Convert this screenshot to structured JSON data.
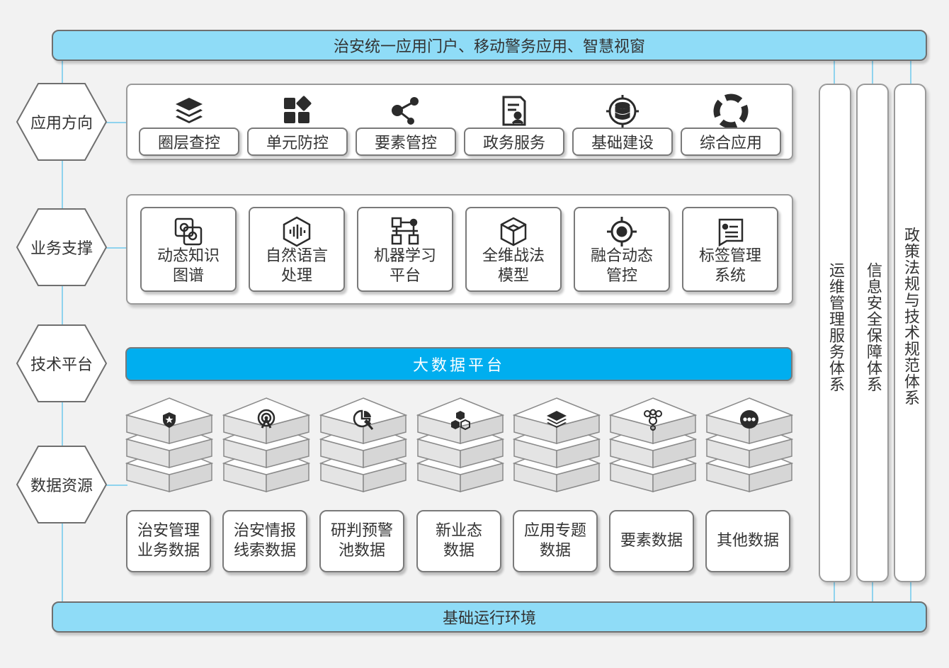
{
  "top_bar": "治安统一应用门户、移动警务应用、智慧视窗",
  "bottom_bar": "基础运行环境",
  "layers": {
    "app": "应用方向",
    "support": "业务支撑",
    "tech": "技术平台",
    "data": "数据资源"
  },
  "app_items": [
    {
      "label": "圈层查控",
      "icon": "layers-icon"
    },
    {
      "label": "单元防控",
      "icon": "grid-blocks-icon"
    },
    {
      "label": "要素管控",
      "icon": "nodes-icon"
    },
    {
      "label": "政务服务",
      "icon": "document-person-icon"
    },
    {
      "label": "基础建设",
      "icon": "database-target-icon"
    },
    {
      "label": "综合应用",
      "icon": "lifebuoy-icon"
    }
  ],
  "support_items": [
    {
      "label": "动态知识\n图谱",
      "icon": "knowledge-graph-icon"
    },
    {
      "label": "自然语言\n处理",
      "icon": "voice-wave-icon"
    },
    {
      "label": "机器学习\n平台",
      "icon": "workflow-icon"
    },
    {
      "label": "全维战法\n模型",
      "icon": "cube-icon"
    },
    {
      "label": "融合动态\n管控",
      "icon": "crosshair-icon"
    },
    {
      "label": "标签管理\n系统",
      "icon": "tag-list-icon"
    }
  ],
  "big_data": "大数据平台",
  "data_items": [
    {
      "label": "治安管理\n业务数据",
      "icon": "shield-star-icon"
    },
    {
      "label": "治安情报\n线索数据",
      "icon": "signal-icon"
    },
    {
      "label": "研判预警\n池数据",
      "icon": "pie-hammer-icon"
    },
    {
      "label": "新业态\n数据",
      "icon": "hexagons-icon"
    },
    {
      "label": "应用专题\n数据",
      "icon": "stack-icon"
    },
    {
      "label": "要素数据",
      "icon": "molecule-icon"
    },
    {
      "label": "其他数据",
      "icon": "more-dots-icon"
    }
  ],
  "side_columns": [
    "运维管理服务体系",
    "信息安全保障体系",
    "政策法规与技术规范体系"
  ],
  "colors": {
    "accent": "#00aeef",
    "light_bar": "#8fdcf7",
    "icon": "#2b2b2b"
  }
}
